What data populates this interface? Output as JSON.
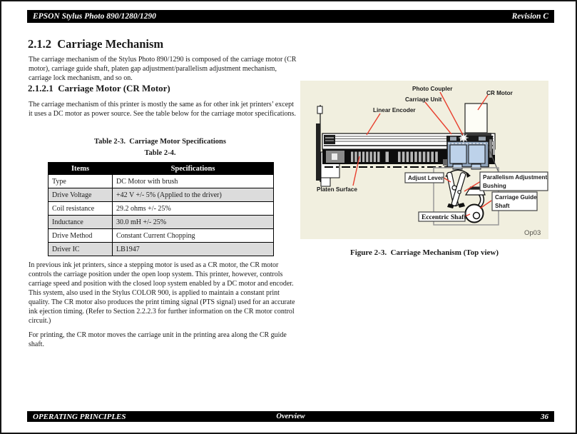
{
  "header": {
    "left": "EPSON Stylus Photo 890/1280/1290",
    "right": "Revision C"
  },
  "footer": {
    "left": "OPERATING PRINCIPLES",
    "center": "Overview",
    "page_number": "36"
  },
  "content": {
    "section_heading": "2.1.2  Carriage Mechanism",
    "para1": "The carriage mechanism of the Stylus Photo 890/1290 is composed of the carriage motor (CR motor), carriage guide shaft, platen gap adjustment/parallelism adjustment mechanism, carriage lock mechanism, and so on.",
    "subsection_heading": "2.1.2.1  Carriage Motor (CR Motor)",
    "para2": "The carriage mechanism of this printer is mostly the same as for other ink jet printers’ except it uses a DC motor as power source. See the table below for the carriage motor specifications.",
    "table_title1": "Table 2-3.  Carriage Motor Specifications",
    "table_title2": "Table 2-4.",
    "table": {
      "headers": [
        "Items",
        "Specifications"
      ],
      "rows": [
        [
          "Type",
          "DC Motor with brush"
        ],
        [
          "Drive Voltage",
          "+42 V +/- 5% (Applied to the driver)"
        ],
        [
          "Coil resistance",
          "29.2 ohms +/- 25%"
        ],
        [
          "Inductance",
          "30.0 mH +/- 25%"
        ],
        [
          "Drive Method",
          "Constant Current Chopping"
        ],
        [
          "Driver IC",
          "LB1947"
        ]
      ]
    },
    "para3": "In previous ink jet printers, since a stepping motor is used as a CR motor, the CR motor controls the carriage position under the open loop system. This printer, however, controls carriage speed and position with the closed loop system enabled by a DC motor and encoder. This system, also used in the Stylus COLOR 900, is applied to maintain a constant print quality. The CR motor also produces the print timing signal (PTS signal) used for an accurate ink ejection timing. (Refer to Section 2.2.2.3 for further information on the CR motor control circuit.)",
    "para4": "For printing, the CR motor moves the carriage unit in the printing area along the CR guide shaft."
  },
  "figure": {
    "caption": "Figure 2-3.  Carriage Mechanism (Top view)",
    "code": "Op03",
    "labels": {
      "photo_coupler": "Photo Coupler",
      "carriage_unit": "Carriage Unit",
      "cr_motor": "CR Motor",
      "linear_encoder": "Linear Encoder",
      "platen_surface": "Platen Surface",
      "adjust_lever": "Adjust Lever",
      "parallelism_line1": "Parallelism Adjustment",
      "parallelism_line2": "Bushing",
      "guide_shaft_line1": "Carriage Guide",
      "guide_shaft_line2": "Shaft",
      "eccentric_shaft": "Eccentric Shaft"
    },
    "colors": {
      "figure_background": "#f1efdf",
      "leader_red": "#e8402f",
      "carriage_blue": "#bdd2ea"
    }
  }
}
